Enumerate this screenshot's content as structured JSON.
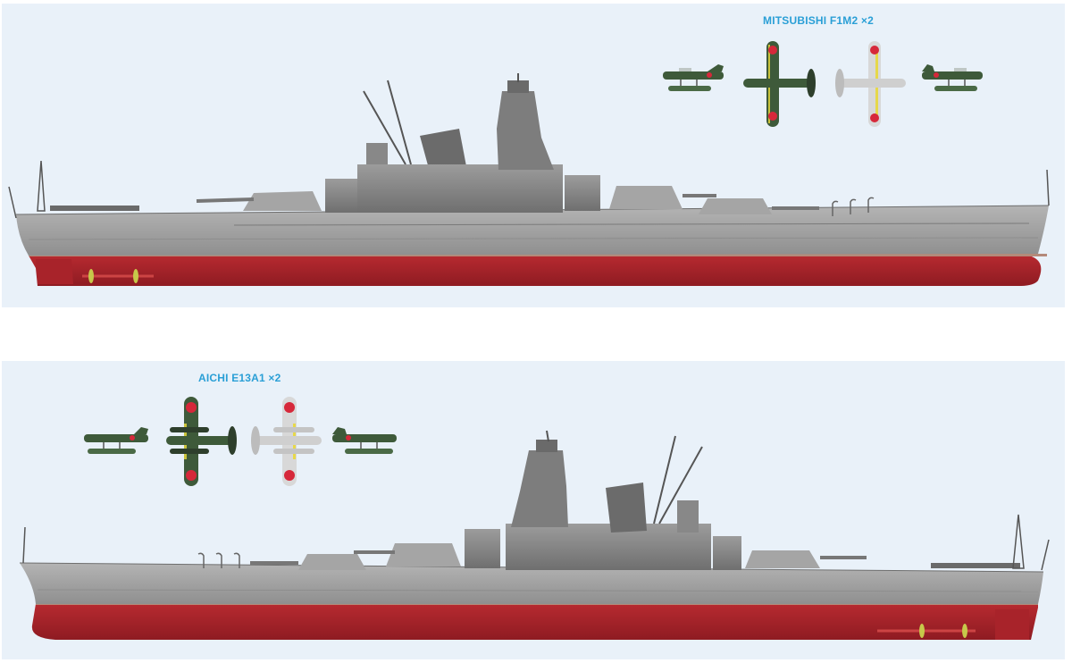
{
  "illustration": {
    "subject": "Battleship side profile illustrations (starboard and port views)",
    "colors": {
      "background": "#e9f1f9",
      "caption": "#2a9fd6",
      "hull_gray": "#9a9a9a",
      "hull_red": "#a8232a",
      "aircraft_green": "#3e5a3a",
      "aircraft_silver": "#d8d8d8",
      "hinomaru": "#d6283a"
    }
  },
  "panels": [
    {
      "view": "starboard-profile",
      "caption": "MITSUBISHI F1M2 ×2",
      "aircraft": [
        "side-view",
        "top-view",
        "bottom-view",
        "side-view"
      ]
    },
    {
      "view": "port-profile",
      "caption": "AICHI E13A1 ×2",
      "aircraft": [
        "side-view",
        "top-view",
        "bottom-view",
        "side-view"
      ]
    }
  ]
}
